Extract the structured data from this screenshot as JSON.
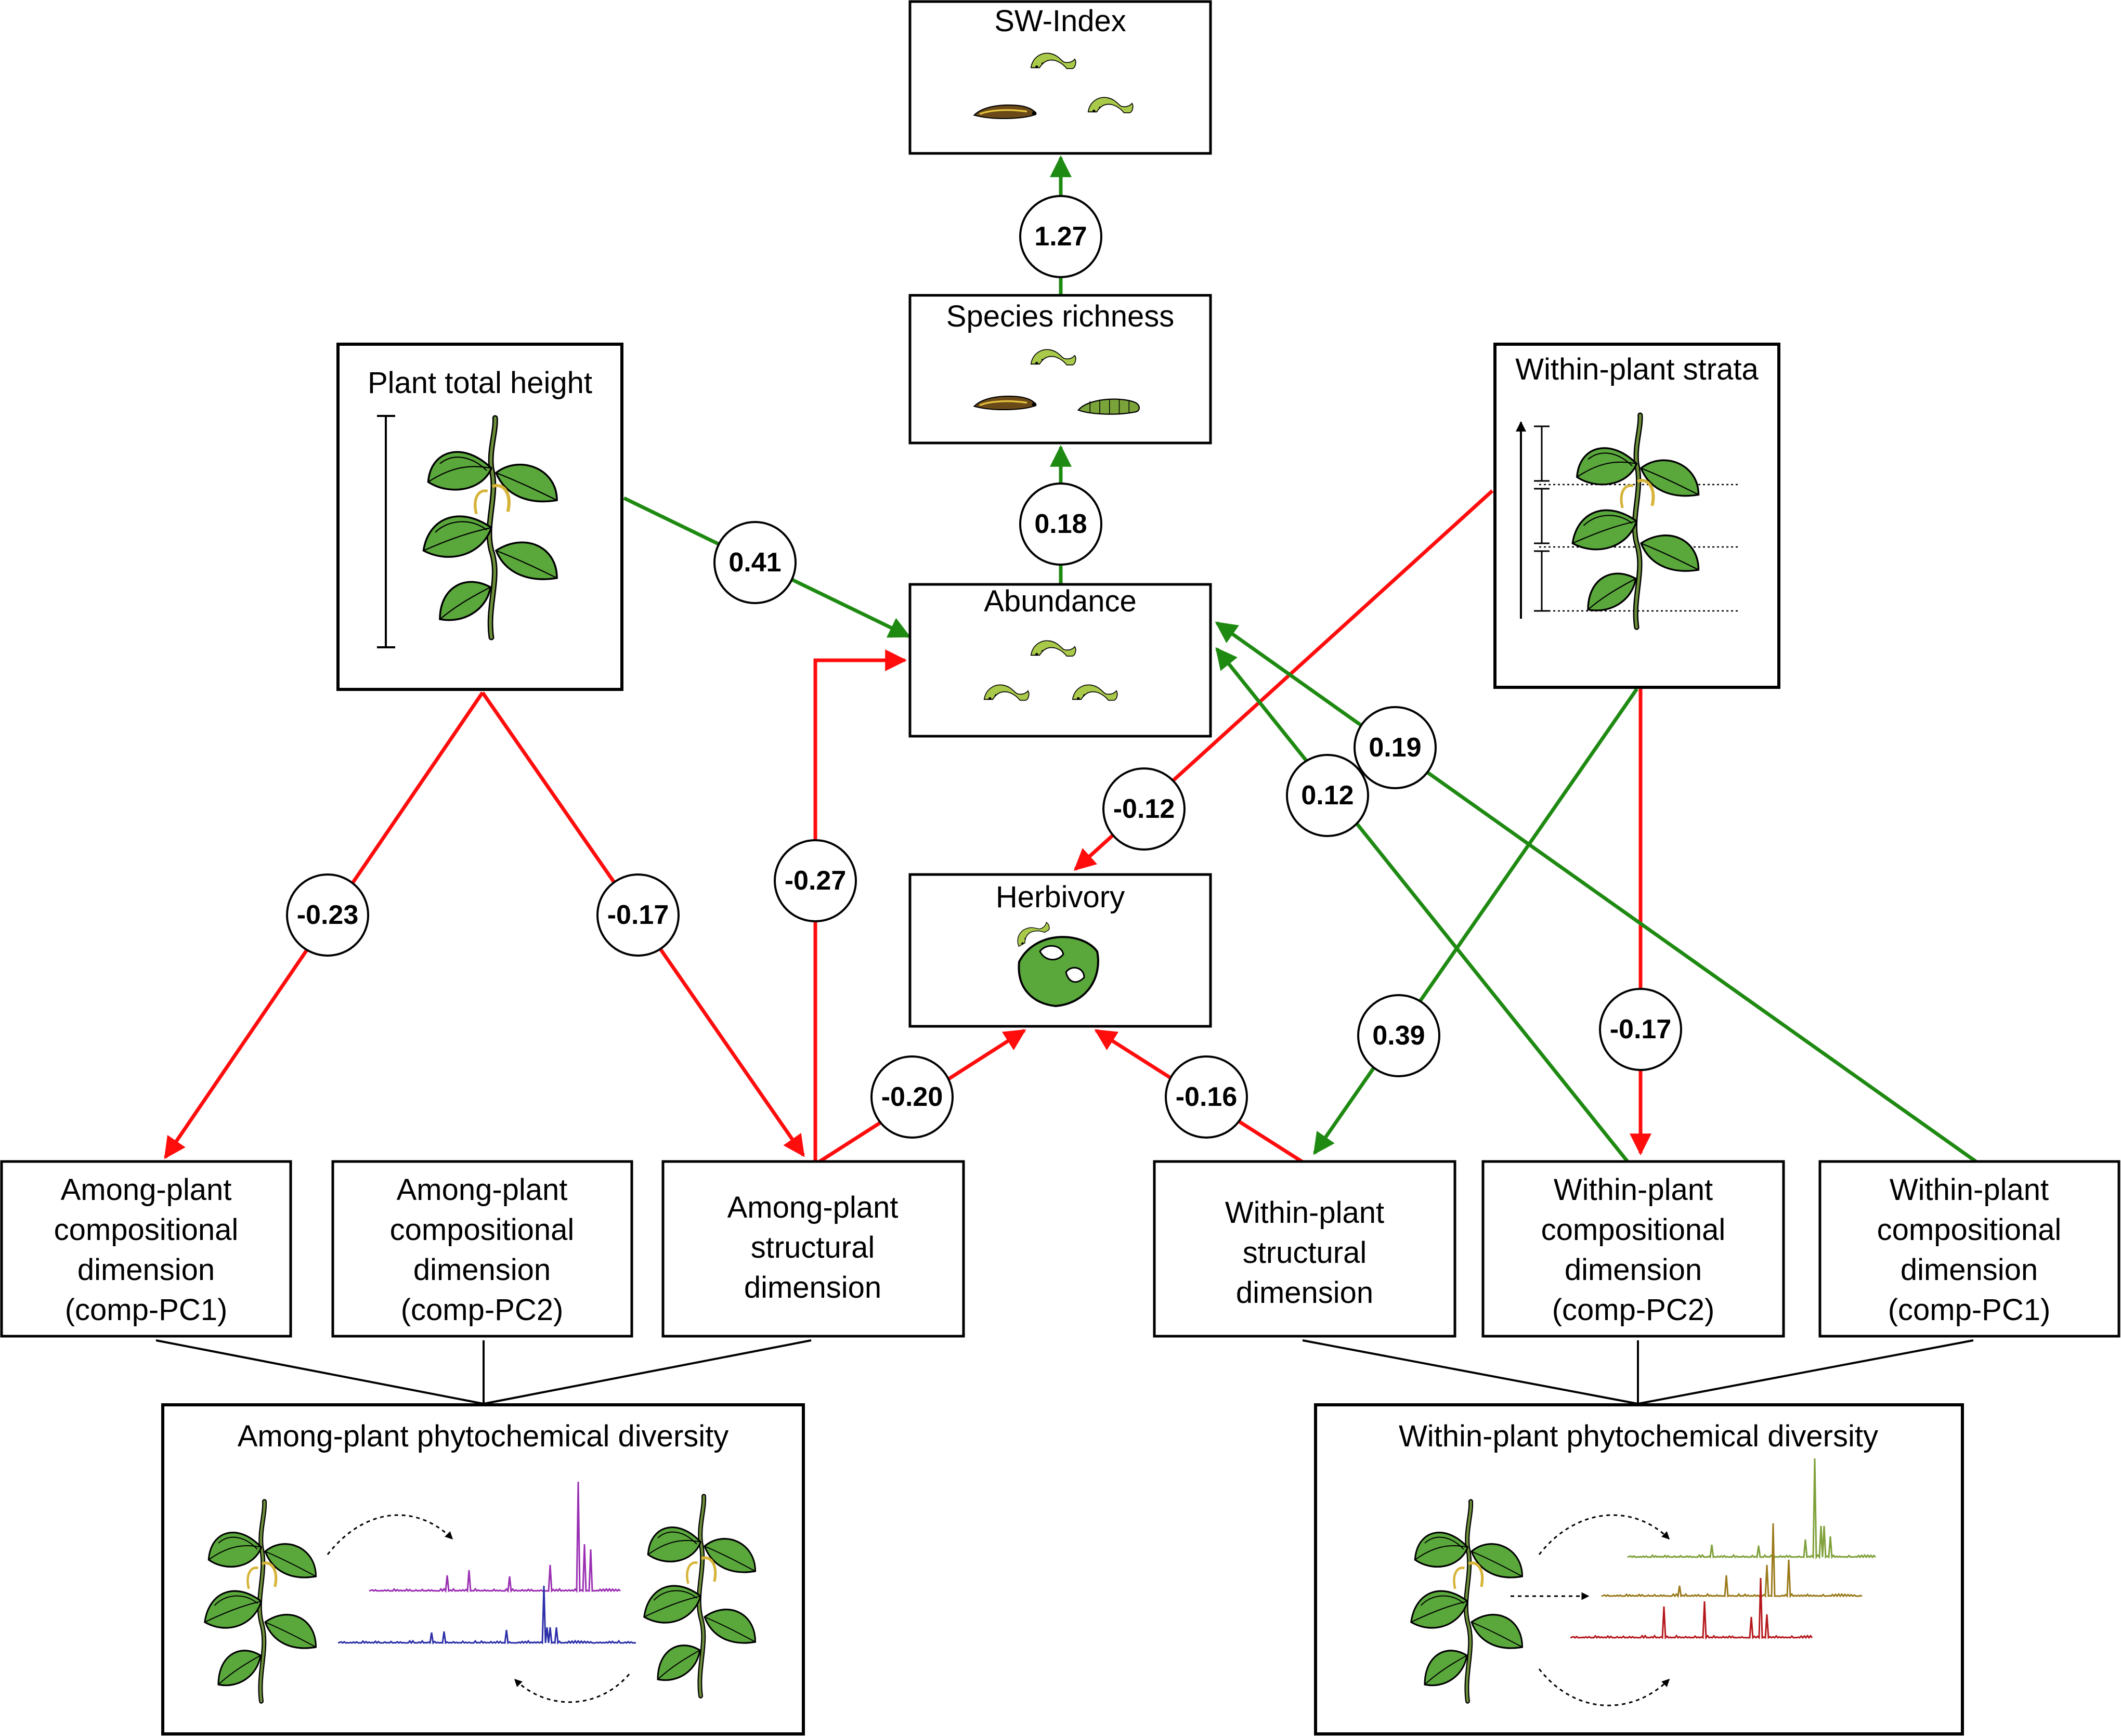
{
  "colors": {
    "positive": "#1f8a12",
    "negative": "#ff0d0d",
    "leaf": "#5aa73c",
    "caterpillar": "#a9c94a",
    "spectrum_purple": "#9b2fb3",
    "spectrum_blue": "#2c2fa8",
    "spectrum_green": "#7fa03a",
    "spectrum_olive": "#9a7a1a",
    "spectrum_red": "#b5181c"
  },
  "nodes": {
    "sw_index": {
      "label": "SW-Index"
    },
    "species_richness": {
      "label": "Species richness"
    },
    "abundance": {
      "label": "Abundance"
    },
    "herbivory": {
      "label": "Herbivory"
    },
    "plant_total_height": {
      "label": "Plant total height"
    },
    "within_plant_strata": {
      "label": "Within-plant strata"
    },
    "among_comp_pc1": {
      "lines": [
        "Among-plant",
        "compositional",
        "dimension",
        "(comp-PC1)"
      ]
    },
    "among_comp_pc2": {
      "lines": [
        "Among-plant",
        "compositional",
        "dimension",
        "(comp-PC2)"
      ]
    },
    "among_structural": {
      "lines": [
        "Among-plant",
        "structural",
        "dimension"
      ]
    },
    "within_structural": {
      "lines": [
        "Within-plant",
        "structural",
        "dimension"
      ]
    },
    "within_comp_pc2": {
      "lines": [
        "Within-plant",
        "compositional",
        "dimension",
        "(comp-PC2)"
      ]
    },
    "within_comp_pc1": {
      "lines": [
        "Within-plant",
        "compositional",
        "dimension",
        "(comp-PC1)"
      ]
    },
    "among_diversity": {
      "label": "Among-plant phytochemical diversity"
    },
    "within_diversity": {
      "label": "Within-plant phytochemical diversity"
    }
  },
  "paths": [
    {
      "from": "species_richness",
      "to": "sw_index",
      "coef": "1.27",
      "sign": "positive"
    },
    {
      "from": "abundance",
      "to": "species_richness",
      "coef": "0.18",
      "sign": "positive"
    },
    {
      "from": "plant_total_height",
      "to": "abundance",
      "coef": "0.41",
      "sign": "positive"
    },
    {
      "from": "plant_total_height",
      "to": "among_comp_pc1",
      "coef": "-0.23",
      "sign": "negative"
    },
    {
      "from": "plant_total_height",
      "to": "among_structural",
      "coef": "-0.17",
      "sign": "negative"
    },
    {
      "from": "among_structural",
      "to": "abundance",
      "coef": "-0.27",
      "sign": "negative"
    },
    {
      "from": "among_structural",
      "to": "herbivory",
      "coef": "-0.20",
      "sign": "negative"
    },
    {
      "from": "within_structural",
      "to": "herbivory",
      "coef": "-0.16",
      "sign": "negative"
    },
    {
      "from": "within_plant_strata",
      "to": "herbivory",
      "coef": "-0.12",
      "sign": "negative"
    },
    {
      "from": "within_plant_strata",
      "to": "within_structural",
      "coef": "0.39",
      "sign": "positive"
    },
    {
      "from": "within_plant_strata",
      "to": "within_comp_pc2",
      "coef": "-0.17",
      "sign": "negative"
    },
    {
      "from": "within_comp_pc2",
      "to": "abundance",
      "coef": "0.12",
      "sign": "positive"
    },
    {
      "from": "within_comp_pc1",
      "to": "abundance",
      "coef": "0.19",
      "sign": "positive"
    }
  ]
}
